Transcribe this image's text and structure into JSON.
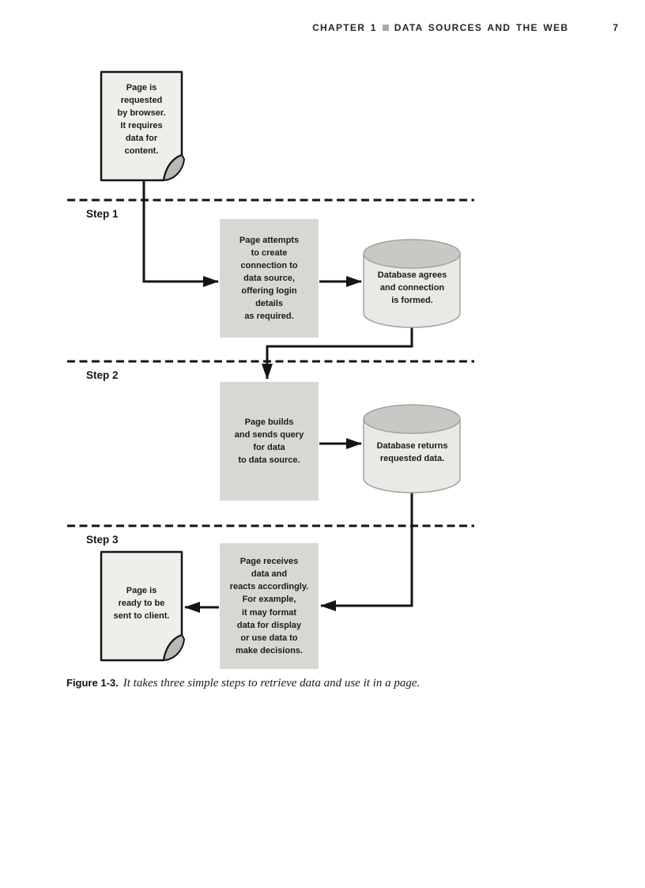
{
  "header": {
    "chapter": "CHAPTER 1",
    "separator_icon": "gray-square",
    "title": "DATA SOURCES AND THE WEB",
    "page_number": "7"
  },
  "diagram": {
    "steps": [
      {
        "label": "Step 1"
      },
      {
        "label": "Step 2"
      },
      {
        "label": "Step 3"
      }
    ],
    "document_start": {
      "lines": [
        "Page is",
        "requested",
        "by browser.",
        "It requires",
        "data for",
        "content."
      ]
    },
    "box_step1": {
      "lines": [
        "Page attempts",
        "to create",
        "connection to",
        "data source,",
        "offering login",
        "details",
        "as required."
      ]
    },
    "db_step1": {
      "lines": [
        "Database agrees",
        "and connection",
        "is formed."
      ]
    },
    "box_step2": {
      "lines": [
        "Page builds",
        "and sends query",
        "for data",
        "to data source."
      ]
    },
    "db_step2": {
      "lines": [
        "Database returns",
        "requested data."
      ]
    },
    "box_step3": {
      "lines": [
        "Page receives",
        "data and",
        "reacts accordingly.",
        "For example,",
        "it may format",
        "data for display",
        "or use data to",
        "make decisions."
      ]
    },
    "document_end": {
      "lines": [
        "Page is",
        "ready to be",
        "sent to client."
      ]
    },
    "colors": {
      "line": "#141414",
      "box_fill": "#d8d7d4",
      "document_fill": "#efeeeb",
      "fold_fill": "#b9b8b5",
      "cylinder_body": "#eae9e6",
      "cylinder_top": "#c9c8c5",
      "cylinder_stroke": "#a3a3a0"
    }
  },
  "caption": {
    "label": "Figure 1-3.",
    "text": "It takes three simple steps to retrieve data and use it in a page."
  }
}
